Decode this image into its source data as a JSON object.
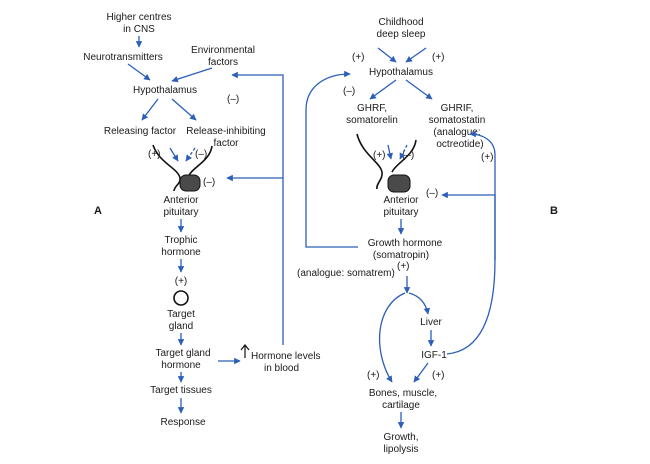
{
  "panel_a": {
    "letter": "A",
    "higher_centres": [
      "Higher centres",
      "in CNS"
    ],
    "neurotransmitters": "Neurotransmitters",
    "environmental": [
      "Environmental",
      "factors"
    ],
    "hypothalamus": "Hypothalamus",
    "hypo_minus": "(–)",
    "releasing_factor": "Releasing factor",
    "release_inhibiting": [
      "Release-inhibiting",
      "factor"
    ],
    "plus": "(+)",
    "minus": "(–)",
    "pit_minus": "(–)",
    "anterior_pituitary": [
      "Anterior",
      "pituitary"
    ],
    "trophic_hormone": [
      "Trophic",
      "hormone"
    ],
    "trophic_plus": "(+)",
    "target_gland": [
      "Target",
      "gland"
    ],
    "target_gland_hormone": [
      "Target gland",
      "hormone"
    ],
    "hormone_levels": [
      "Hormone levels",
      "in blood"
    ],
    "target_tissues": "Target tissues",
    "response": "Response"
  },
  "panel_b": {
    "letter": "B",
    "childhood": [
      "Childhood",
      "deep sleep"
    ],
    "plus_left": "(+)",
    "plus_right": "(+)",
    "hypothalamus": "Hypothalamus",
    "hypo_minus": "(–)",
    "ghrf": [
      "GHRF,",
      "somatorelin"
    ],
    "ghrif": [
      "GHRIF,",
      "somatostatin",
      "(analogue:",
      "octreotide)"
    ],
    "plus": "(+)",
    "minus": "(–)",
    "ghrif_plus": "(+)",
    "pit_minus": "(–)",
    "anterior_pituitary": [
      "Anterior",
      "pituitary"
    ],
    "growth_hormone": [
      "Growth hormone",
      "(somatropin)"
    ],
    "analogue_somatrem": "(analogue: somatrem)",
    "gh_plus": "(+)",
    "liver": "Liver",
    "igf1": "IGF-1",
    "left_plus": "(+)",
    "igf_plus": "(+)",
    "bones": [
      "Bones, muscle,",
      "cartilage"
    ],
    "growth": [
      "Growth,",
      "lipolysis"
    ]
  }
}
